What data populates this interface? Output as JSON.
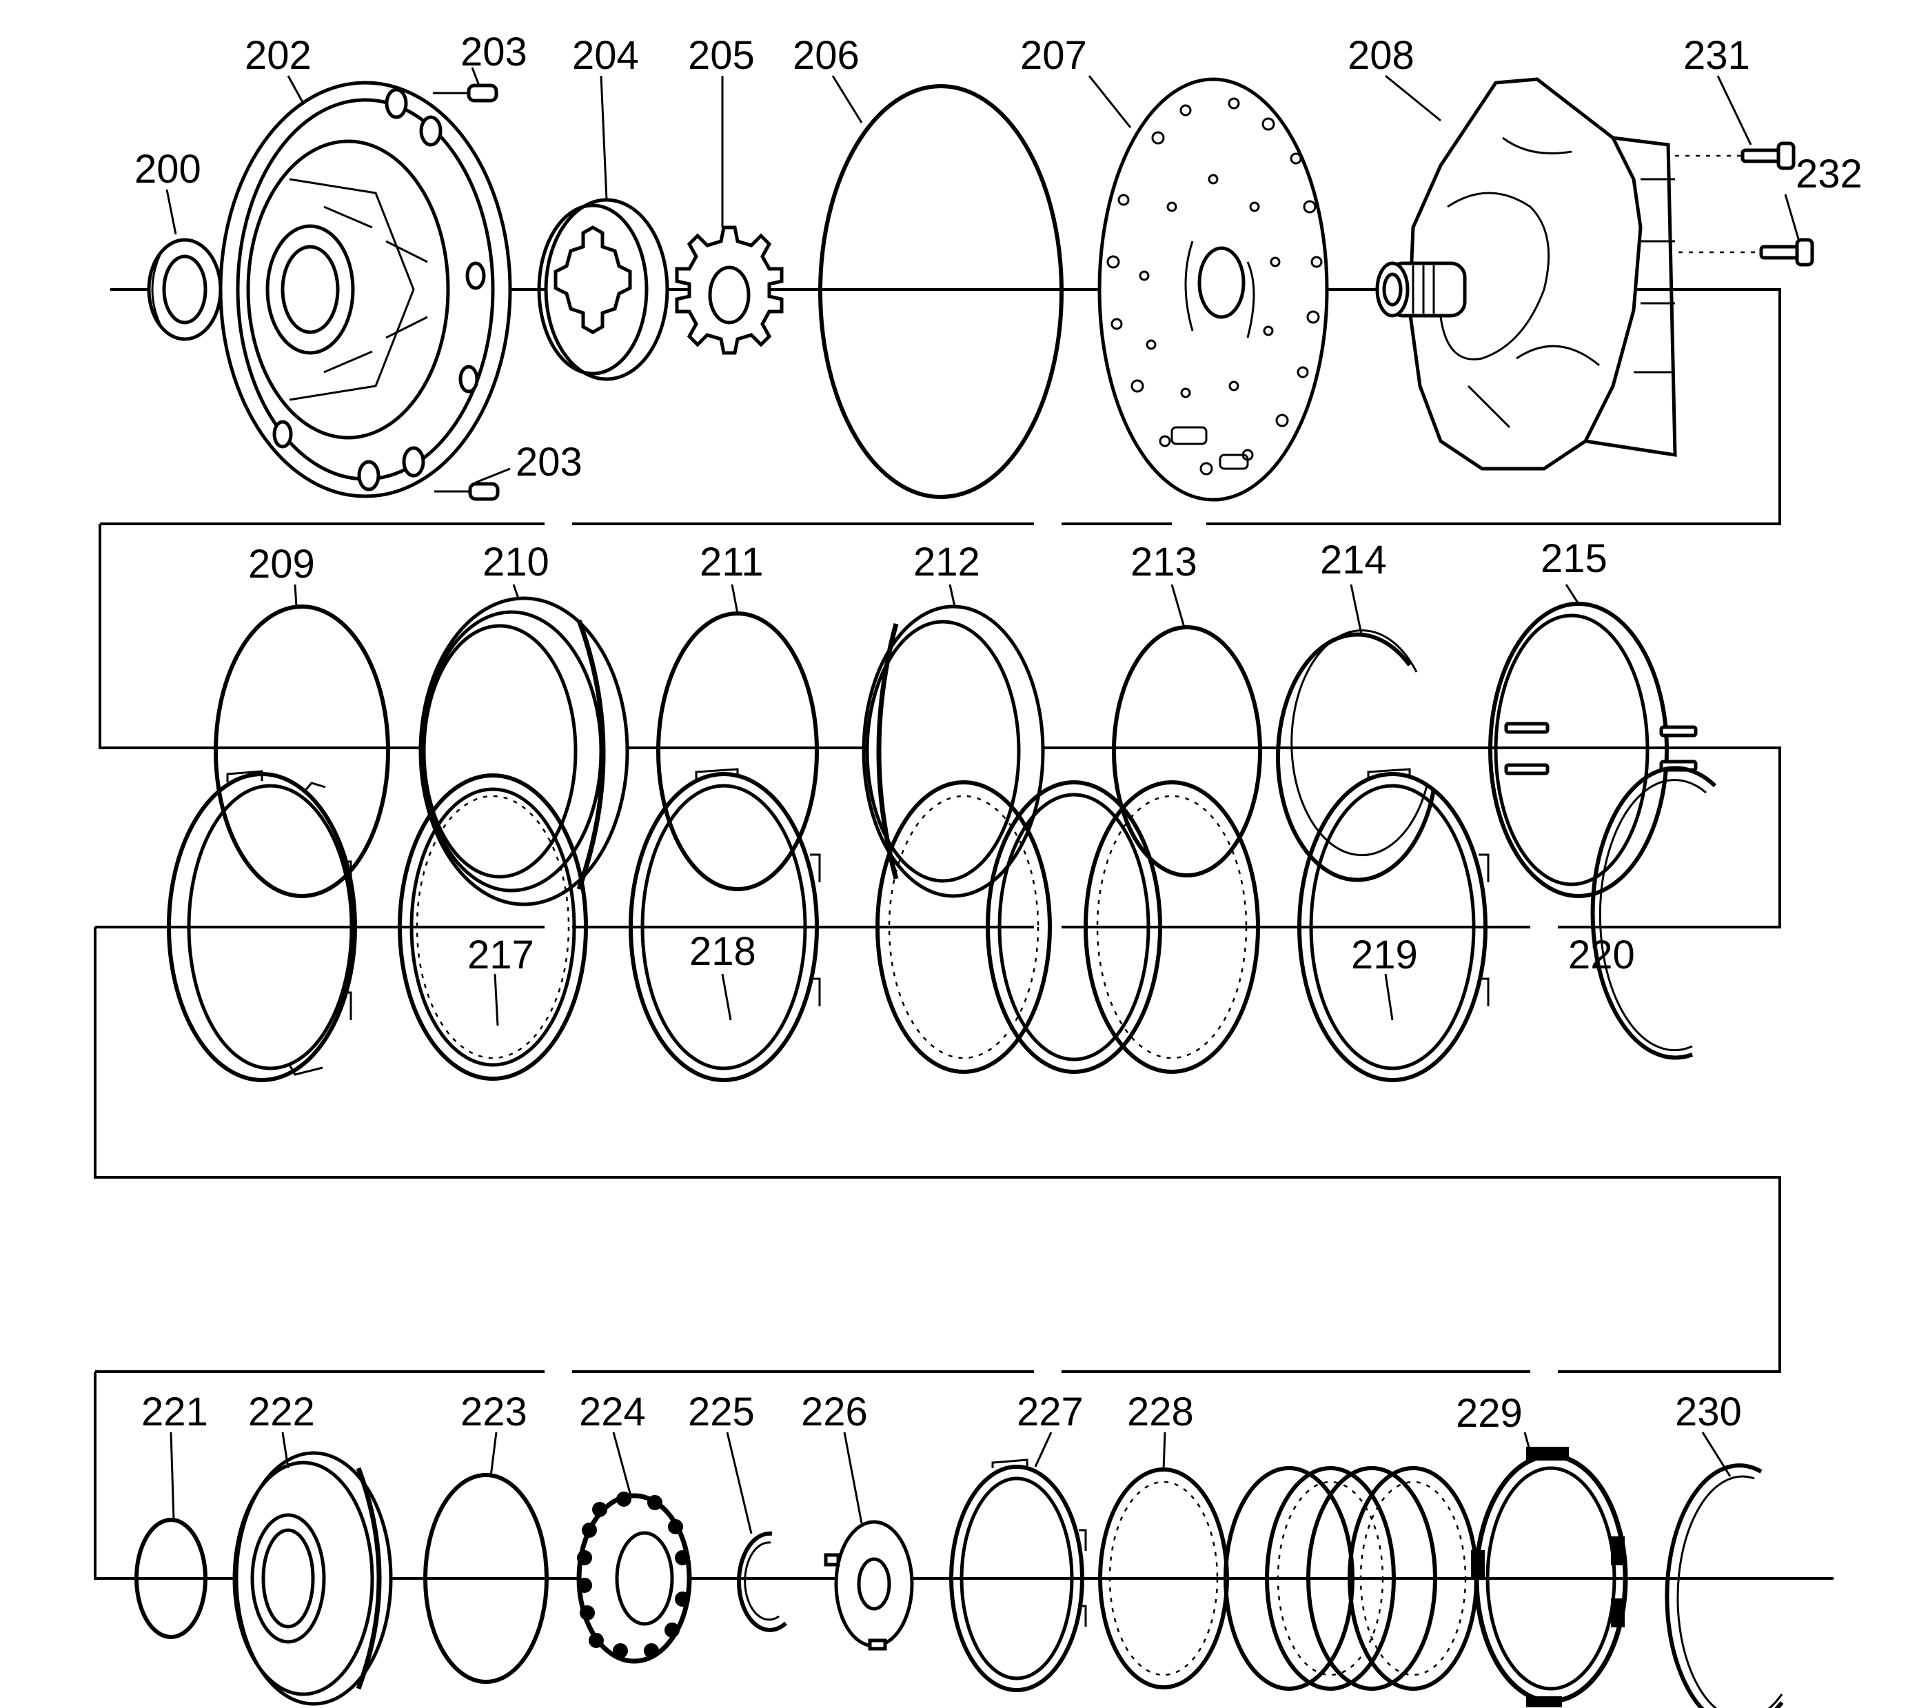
{
  "labels": {
    "p200": "200",
    "p202": "202",
    "p203a": "203",
    "p203b": "203",
    "p204": "204",
    "p205": "205",
    "p206": "206",
    "p207": "207",
    "p208": "208",
    "p231": "231",
    "p232": "232",
    "p209": "209",
    "p210": "210",
    "p211": "211",
    "p212": "212",
    "p213": "213",
    "p214": "214",
    "p215": "215",
    "p217": "217",
    "p218": "218",
    "p219": "219",
    "p220": "220",
    "p221": "221",
    "p222": "222",
    "p223": "223",
    "p224": "224",
    "p225": "225",
    "p226": "226",
    "p227": "227",
    "p228": "228",
    "p229": "229",
    "p230": "230"
  }
}
